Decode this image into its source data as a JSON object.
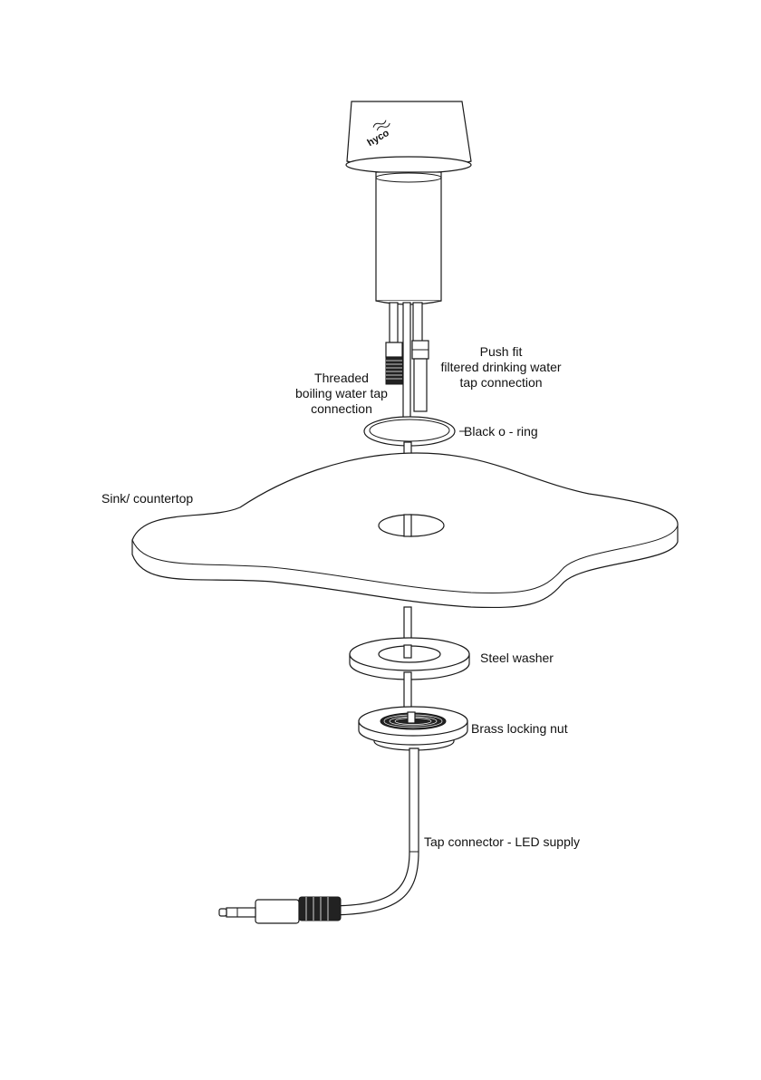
{
  "diagram": {
    "logo_text": "hyco",
    "labels": {
      "push_fit": [
        "Push fit",
        "filtered drinking water",
        "tap connection"
      ],
      "threaded": [
        "Threaded",
        "boiling water tap",
        "connection"
      ],
      "o_ring": "Black o - ring",
      "countertop": "Sink/ countertop",
      "washer": "Steel washer",
      "nut": "Brass locking nut",
      "connector": "Tap connector - LED supply"
    }
  }
}
